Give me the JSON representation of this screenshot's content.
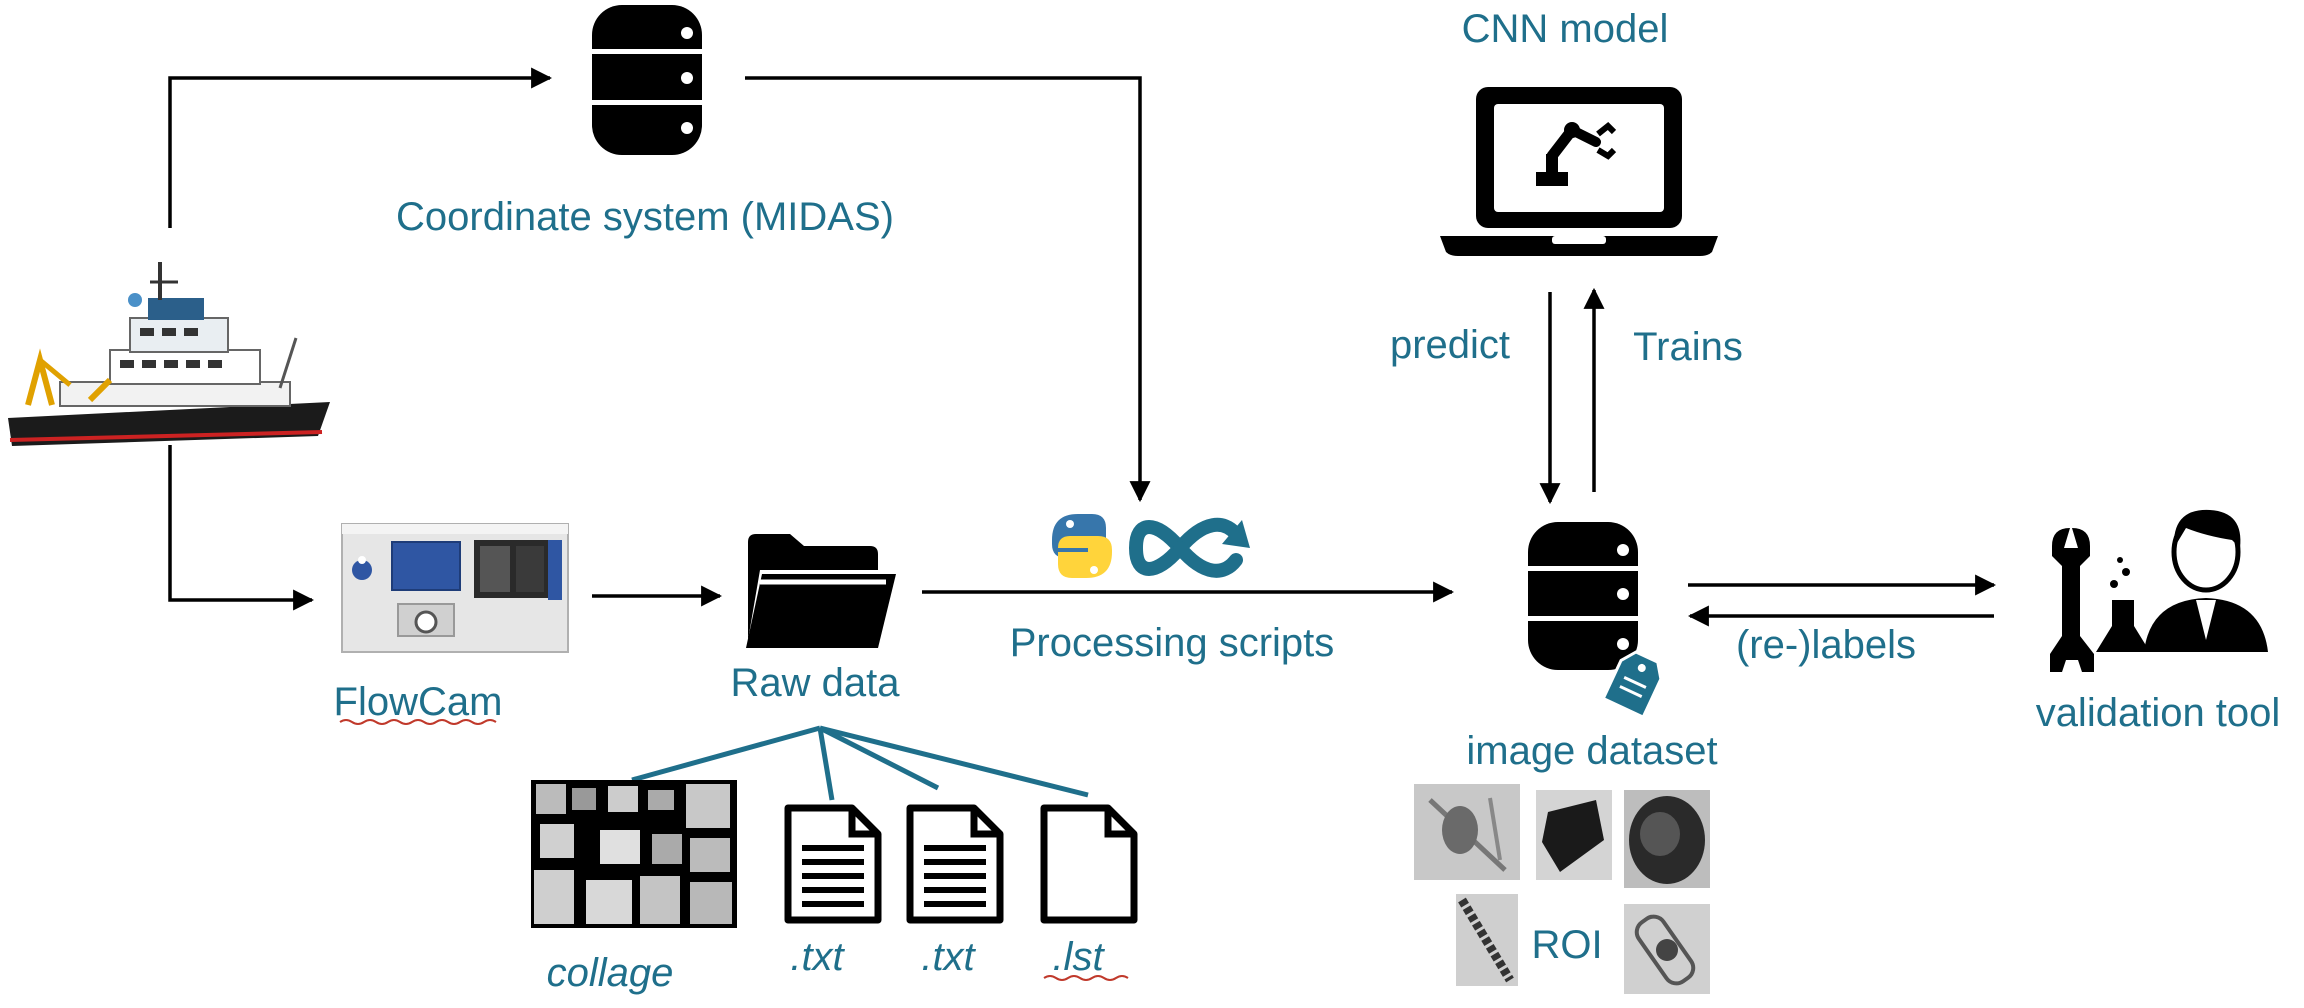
{
  "labels": {
    "coordinate_system": "Coordinate system (MIDAS)",
    "cnn_model": "CNN model",
    "predict": "predict",
    "trains": "Trains",
    "flowcam": "FlowCam",
    "raw_data": "Raw data",
    "processing_scripts": "Processing scripts",
    "image_dataset": "image dataset",
    "relabels": "(re-)labels",
    "validation_tool": "validation tool",
    "roi": "ROI",
    "collage": "collage",
    "txt1": ".txt",
    "txt2": ".txt",
    "lst": ".lst"
  },
  "colors": {
    "label_teal": "#1f6f8b",
    "icon_black": "#000000",
    "python_blue": "#3776ab",
    "python_yellow": "#ffd43b",
    "tag_teal": "#1f6f8b"
  },
  "icons": [
    "database-icon",
    "laptop-robot-arm-icon",
    "ship-image",
    "flowcam-instrument-image",
    "folder-icon",
    "python-logo-icon",
    "infinity-refresh-icon",
    "price-tag-icon",
    "wrench-icon",
    "scientist-icon",
    "document-lines-icon",
    "document-blank-icon"
  ]
}
